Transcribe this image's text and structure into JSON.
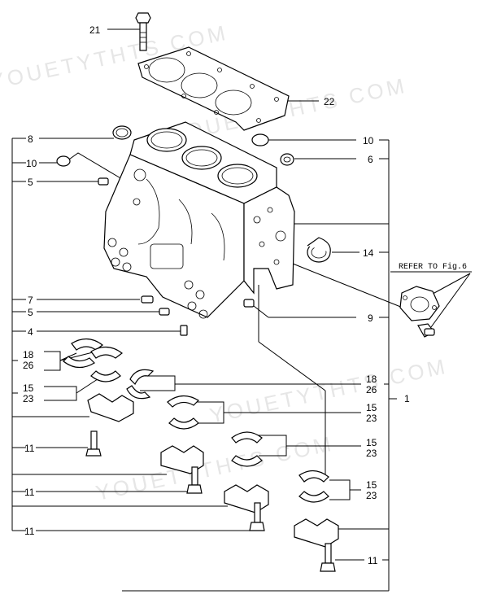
{
  "callouts": {
    "c21": "21",
    "c22": "22",
    "c8": "8",
    "c10a": "10",
    "c10b": "10",
    "c6": "6",
    "c5a": "5",
    "c14": "14",
    "c7": "7",
    "c5b": "5",
    "c9": "9",
    "c4": "4",
    "c18a": "18",
    "c26a": "26",
    "c15a": "15",
    "c23a": "23",
    "c18b": "18",
    "c26b": "26",
    "c1": "1",
    "c15b": "15",
    "c23b": "23",
    "c11a": "11",
    "c15c": "15",
    "c23c": "23",
    "c11b": "11",
    "c15d": "15",
    "c23d": "23",
    "c11c": "11",
    "c11d": "11"
  },
  "refer_note": "REFER TO Fig.6",
  "watermark": {
    "w1": "YOUETYTHTS COM",
    "w2": "YOUETYTHTS COM",
    "w3": "YOUETYTHTS COM",
    "w4": "YOUETYTHTS COM"
  }
}
